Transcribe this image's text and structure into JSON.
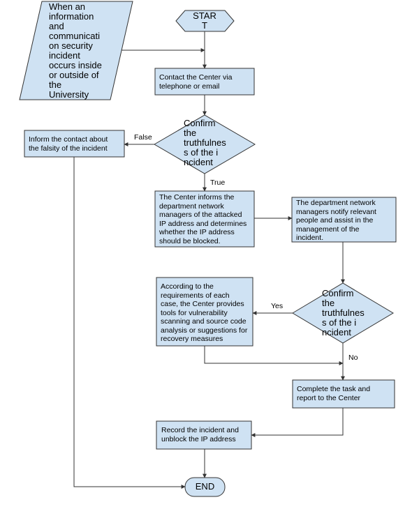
{
  "colors": {
    "fill": "#cfe2f3",
    "stroke": "#333333",
    "text": "#000000"
  },
  "nodes": {
    "start": "STAR\nT",
    "input": "When an\ninformation\nand\ncommunicati\non security\nincident\noccurs inside\nor outside of\nthe\nUniversity",
    "contact": "Contact the Center via\ntelephone or email",
    "confirm1": "Confirm\nthe\ntruthfulnes\ns of the i\nncident",
    "inform_false": "Inform the contact about\nthe falsity of the incident",
    "center_informs": "The Center informs the\ndepartment network\nmanagers of the attacked\nIP address and determines\nwhether the IP address\nshould be blocked.",
    "dept_notify": "The department network\nmanagers notify relevant\npeople and assist in the\nmanagement of the\nincident.",
    "confirm2": "Confirm\nthe\ntruthfulnes\ns of the i\nncident",
    "tools": "According to the\nrequirements of each\ncase, the Center provides\ntools for vulnerability\nscanning and source code\nanalysis or suggestions for\nrecovery measures",
    "complete": "Complete the task and\nreport to the Center",
    "record": "Record the incident and\nunblock the IP address",
    "end": "END"
  },
  "edge_labels": {
    "false": "False",
    "true": "True",
    "yes": "Yes",
    "no": "No"
  }
}
